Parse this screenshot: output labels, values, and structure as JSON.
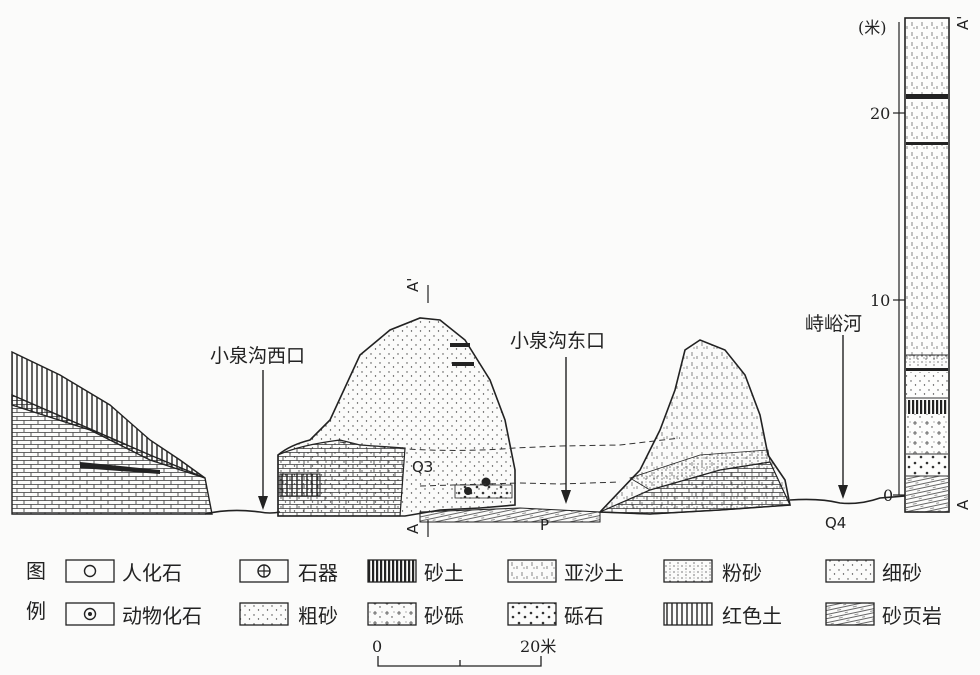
{
  "column": {
    "unit": "(米)",
    "ticks": [
      "20",
      "10",
      "0"
    ],
    "top_label": "A'",
    "bottom_label": "A"
  },
  "section": {
    "place_west": "小泉沟西口",
    "place_east": "小泉沟东口",
    "river": "峙峪河",
    "q3": "Q3",
    "q4": "Q4",
    "p": "P",
    "a_top": "A'",
    "a_bottom": "A"
  },
  "legend": {
    "title_1": "图",
    "title_2": "例",
    "items": [
      {
        "label": "人化石"
      },
      {
        "label": "石器"
      },
      {
        "label": "砂土"
      },
      {
        "label": "亚沙土"
      },
      {
        "label": "粉砂"
      },
      {
        "label": "细砂"
      },
      {
        "label": "动物化石"
      },
      {
        "label": "粗砂"
      },
      {
        "label": "砂砾"
      },
      {
        "label": "砾石"
      },
      {
        "label": "红色土"
      },
      {
        "label": "砂页岩"
      }
    ]
  },
  "scale_bar": {
    "start": "0",
    "end": "20米"
  }
}
